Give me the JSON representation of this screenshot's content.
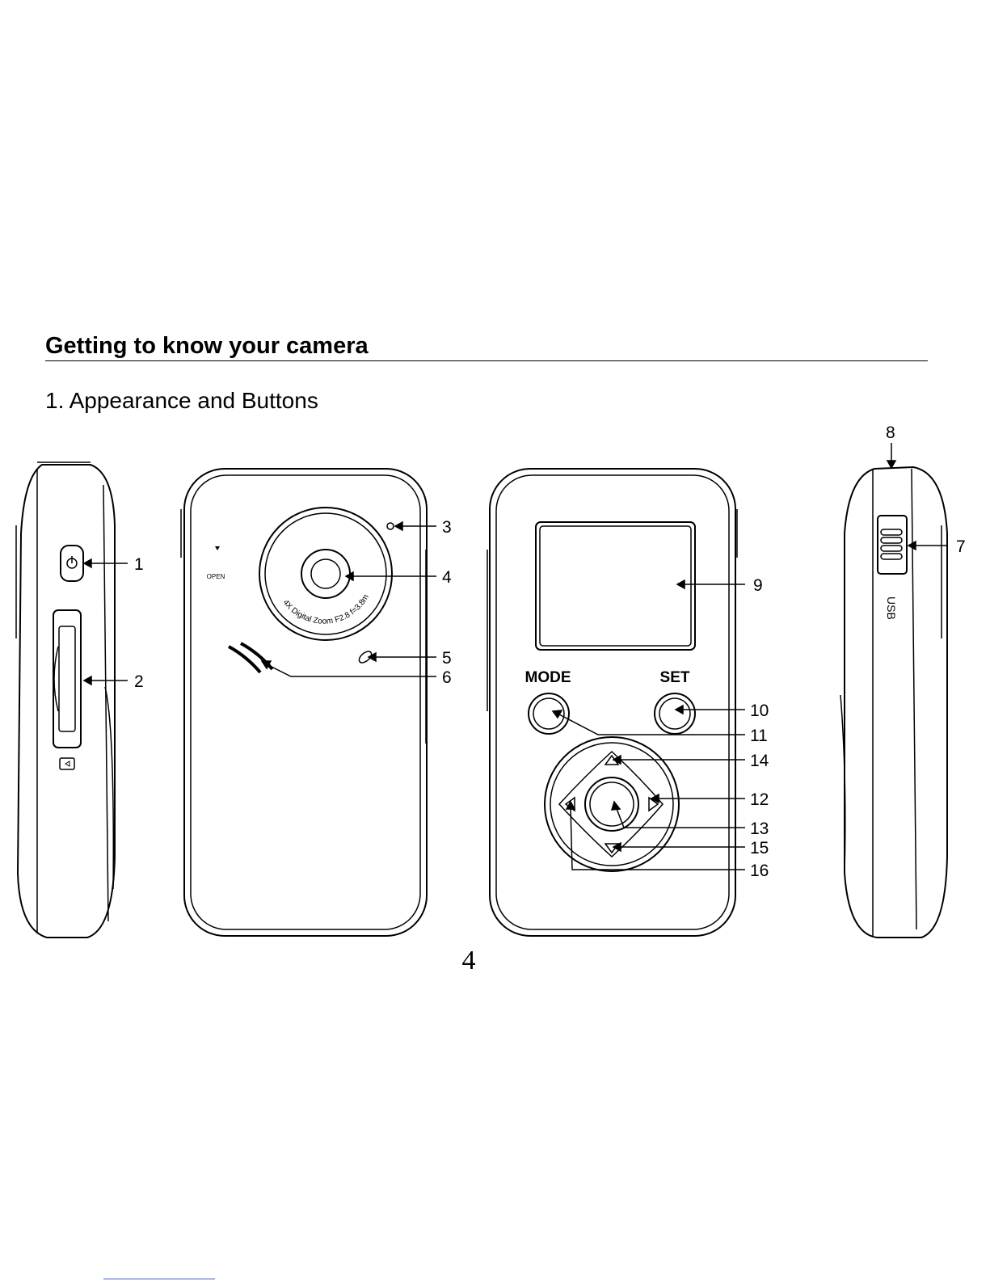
{
  "section": {
    "title": "Getting to know your camera"
  },
  "subsection": {
    "title": "1. Appearance and Buttons"
  },
  "figure": {
    "callouts": [
      "1",
      "2",
      "3",
      "4",
      "5",
      "6",
      "7",
      "8",
      "9",
      "10",
      "11",
      "12",
      "13",
      "14",
      "15",
      "16"
    ],
    "lens_text": "4X Digital Zoom F2.8 f=3.8mm",
    "open_label": "OPEN",
    "mode_label": "MODE",
    "set_label": "SET",
    "usb_label": "USB"
  },
  "page": {
    "number": "4"
  }
}
